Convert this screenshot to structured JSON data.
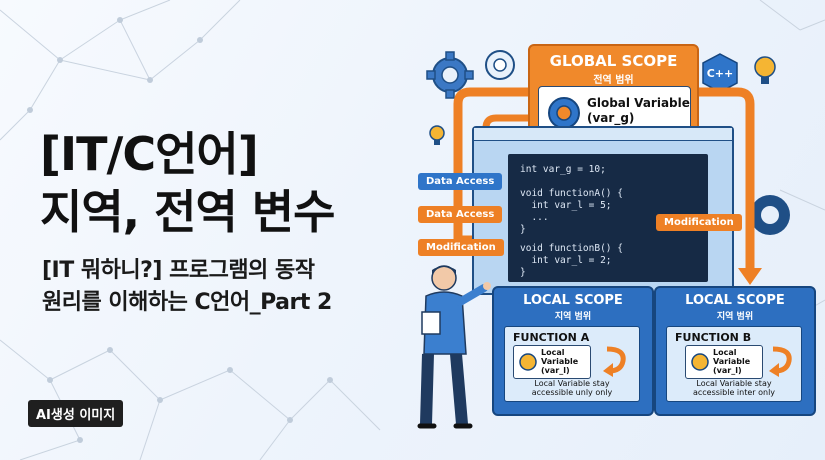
{
  "title": {
    "line1": "[IT/C언어]",
    "line2": "지역, 전역 변수"
  },
  "subtitle": {
    "line1": "[IT 뭐하니?] 프로그램의 동작",
    "line2": "원리를 이해하는 C언어_Part 2"
  },
  "badge": "AI생성 이미지",
  "global_scope": {
    "title": "GLOBAL SCOPE",
    "subtitle": "전역 범위",
    "variable_line1": "Global Variable",
    "variable_line2": "(var_g)"
  },
  "code": {
    "line1": "int var_g = 10;",
    "line2": "void functionA() {",
    "line3": "  int var_l = 5;",
    "line4": "  ...",
    "line5": "}",
    "line6": "void functionB() {",
    "line7": "  int var_l = 2;",
    "line8": "}"
  },
  "labels": {
    "data_access_1": "Data Access",
    "data_access_2": "Data Access",
    "modification_left": "Modification",
    "modification_right": "Modification"
  },
  "local_a": {
    "title": "LOCAL SCOPE",
    "subtitle": "지역 범위",
    "function": "FUNCTION A",
    "var_line1": "Local",
    "var_line2": "Variable",
    "var_line3": "(var_l)",
    "note_line1": "Local Variable stay",
    "note_line2": "accessible unly only"
  },
  "local_b": {
    "title": "LOCAL SCOPE",
    "subtitle": "지역 범위",
    "function": "FUNCTION B",
    "var_line1": "Local",
    "var_line2": "Variable",
    "var_line3": "(var_l)",
    "note_line1": "Local Variable stay",
    "note_line2": "accessible inter only"
  },
  "c_logo": "C++",
  "colors": {
    "orange": "#f0892b",
    "blue": "#2d6fc0",
    "navy": "#16467f",
    "code_bg": "#162a45"
  }
}
